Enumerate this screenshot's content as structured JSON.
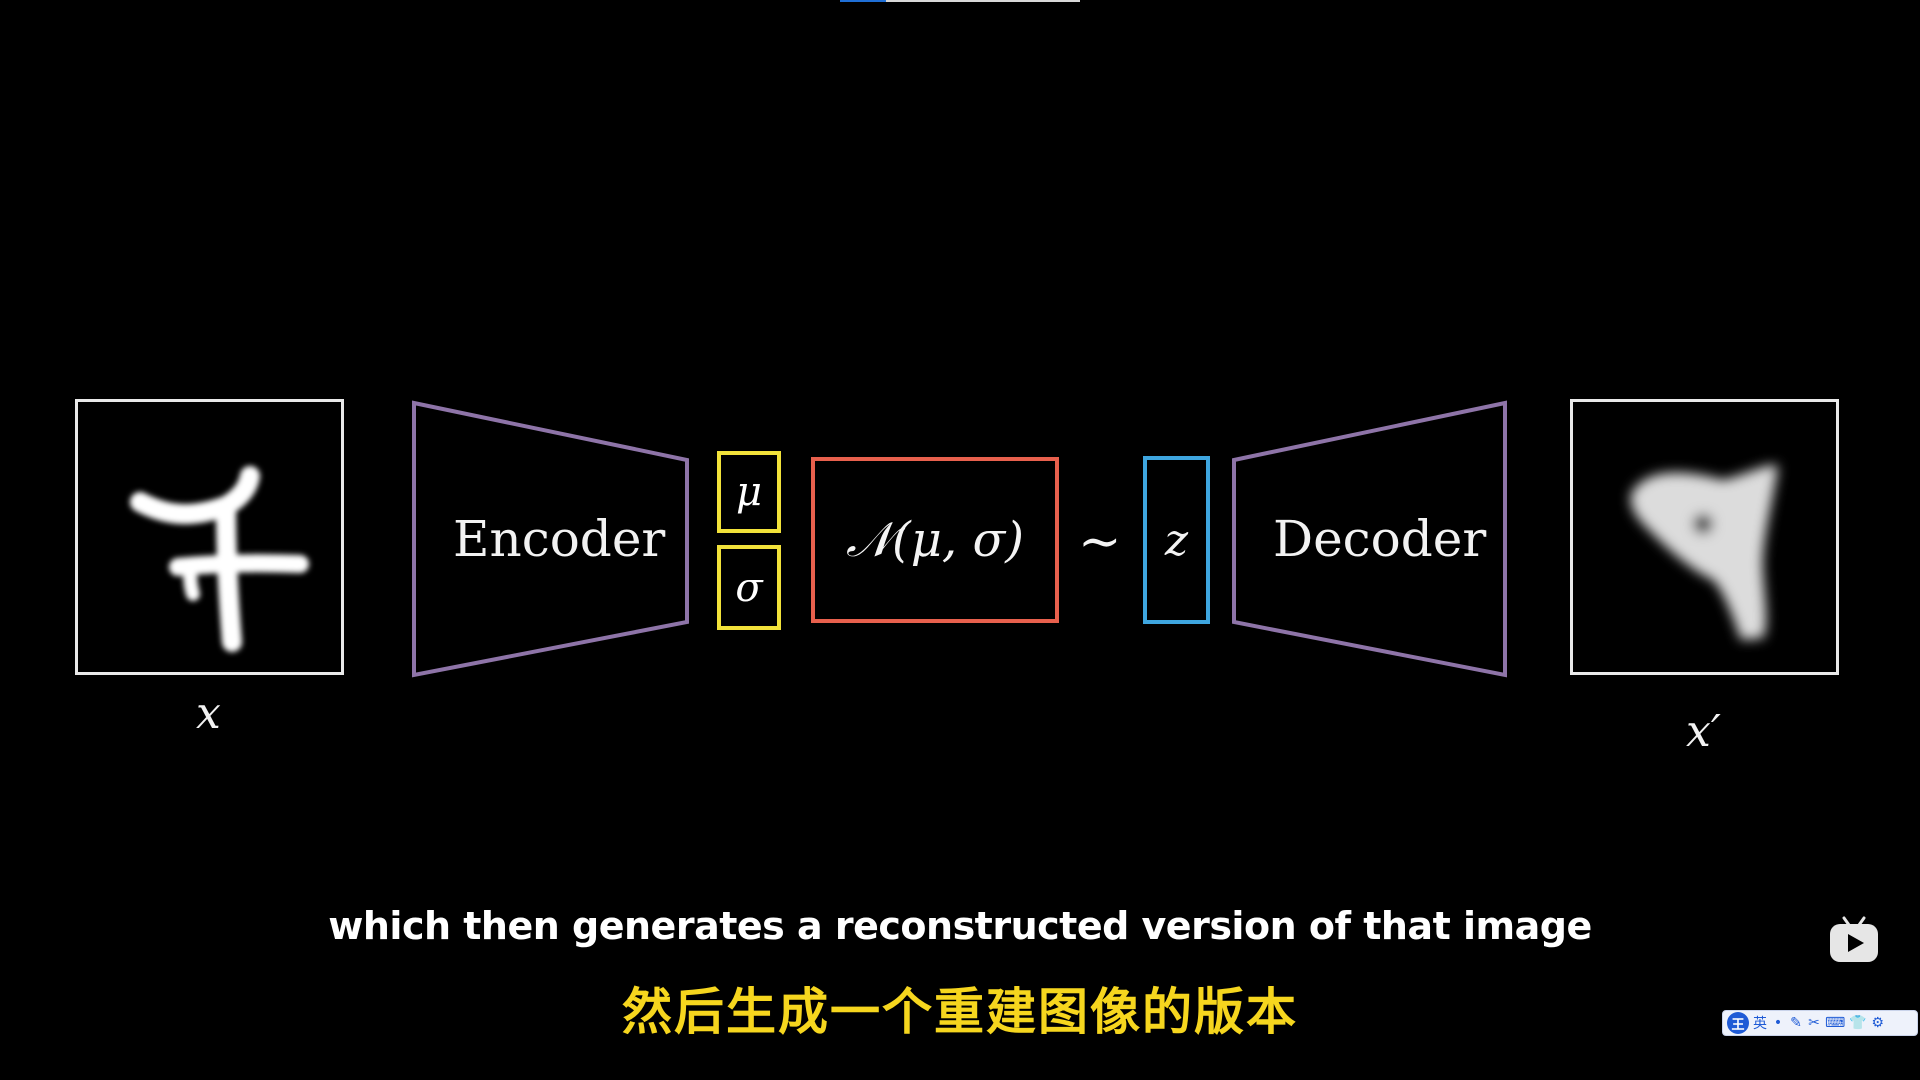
{
  "video": {
    "progress_fraction": 0.19
  },
  "diagram": {
    "input_label": "x",
    "output_label": "x′",
    "encoder_label": "Encoder",
    "decoder_label": "Decoder",
    "mu_label": "μ",
    "sigma_label": "σ",
    "distribution_label": "𝒩(μ, σ)",
    "sample_symbol": "∼",
    "latent_label": "z",
    "colors": {
      "encoder_outline": "#8e74a8",
      "decoder_outline": "#8e74a8",
      "mu_sigma_outline": "#f2e23a",
      "distribution_outline": "#e8604d",
      "latent_outline": "#3ea6e0",
      "image_frame": "#e9e9e9"
    }
  },
  "subtitles": {
    "english": "which then generates a reconstructed version of that image",
    "chinese": "然后生成一个重建图像的版本"
  },
  "player": {
    "icon": "bilibili-tv-icon"
  },
  "ime": {
    "logo_char": "王",
    "mode_char": "英",
    "items": [
      "•",
      "✎",
      "✂",
      "⌨",
      "👕",
      "⚙"
    ]
  }
}
